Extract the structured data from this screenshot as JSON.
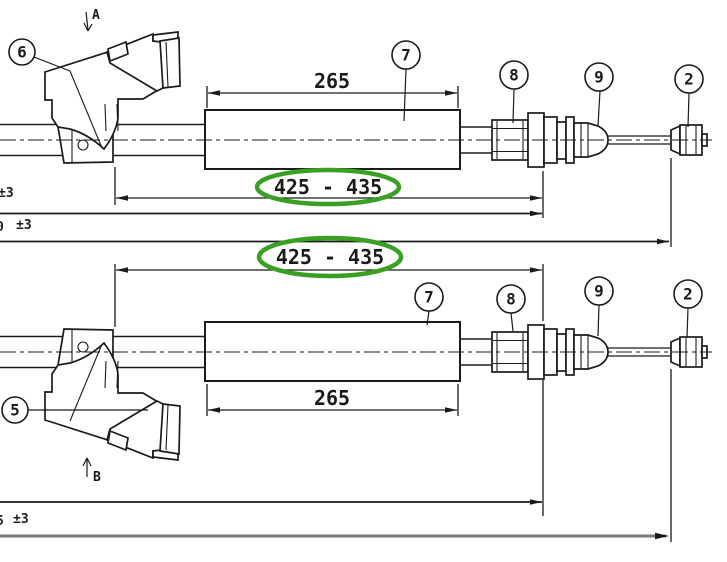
{
  "colors": {
    "ink": "#1b1b1b",
    "highlight_green": "#3aa024",
    "secondary_gray": "#7a7a7a",
    "background": "#ffffff"
  },
  "top_view": {
    "label": "A",
    "callouts": {
      "bracket": "6",
      "sleeve": "7",
      "adjuster": "8",
      "end_fitting": "9",
      "cable_end": "2"
    },
    "dims": {
      "sleeve_length": "265",
      "highlighted_length": "425 - 435",
      "tol_a": "±3",
      "tol_b_digit": "0",
      "tol_b": "±3"
    }
  },
  "bottom_view": {
    "label": "B",
    "callouts": {
      "bracket": "5",
      "sleeve": "7",
      "adjuster": "8",
      "end_fitting": "9",
      "cable_end": "2"
    },
    "dims": {
      "sleeve_length": "265",
      "highlighted_length": "425 - 435",
      "tol_digit": "5",
      "tol": "±3"
    }
  }
}
